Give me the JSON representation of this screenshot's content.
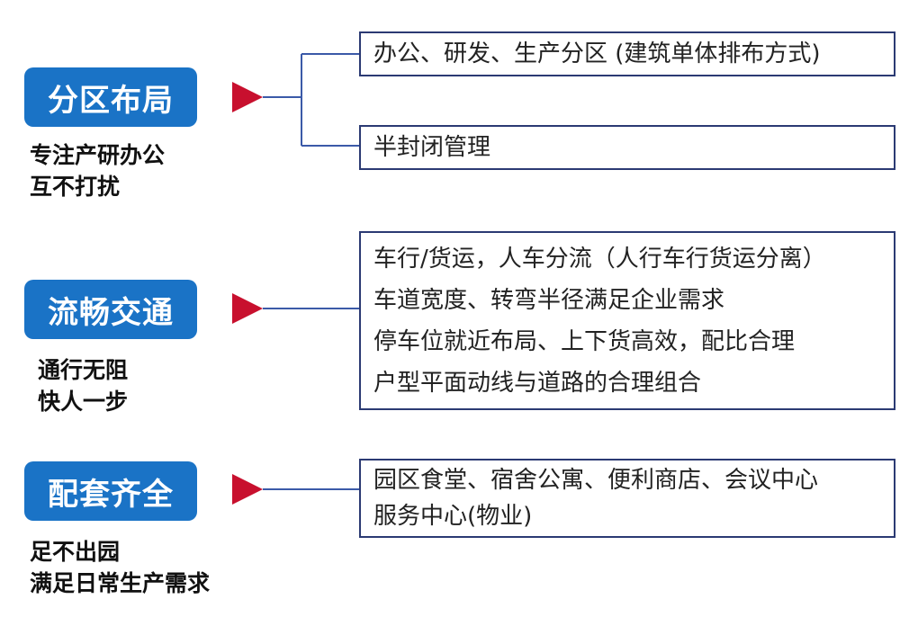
{
  "sections": [
    {
      "badge": "分区布局",
      "sub": [
        "专注产研办公",
        "互不打扰"
      ],
      "boxes": [
        [
          "办公、研发、生产分区 (建筑单体排布方式)"
        ],
        [
          "半封闭管理"
        ]
      ]
    },
    {
      "badge": "流畅交通",
      "sub": [
        "通行无阻",
        "快人一步"
      ],
      "boxes": [
        [
          "车行/货运，人车分流（人行车行货运分离）",
          "车道宽度、转弯半径满足企业需求",
          "停车位就近布局、上下货高效，配比合理",
          "户型平面动线与道路的合理组合"
        ]
      ]
    },
    {
      "badge": "配套齐全",
      "sub": [
        "足不出园",
        "满足日常生产需求"
      ],
      "boxes": [
        [
          "园区食堂、宿舍公寓、便利商店、会议中心",
          "服务中心(物业)"
        ]
      ]
    }
  ],
  "colors": {
    "badge": "#1a73c6",
    "arrow": "#c8102e",
    "line": "#3b5aa8",
    "box_border": "#2b3a73"
  }
}
